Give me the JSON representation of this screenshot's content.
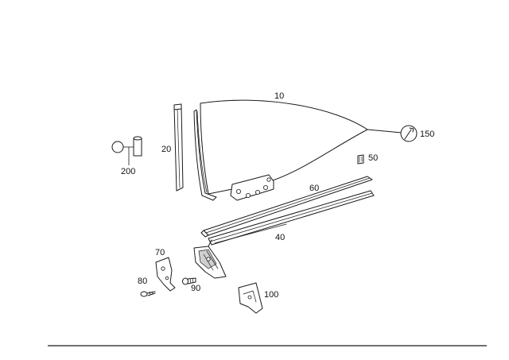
{
  "labels": {
    "part_10": "10",
    "part_20": "20",
    "part_40": "40",
    "part_50": "50",
    "part_60": "60",
    "part_70": "70",
    "part_80": "80",
    "part_90": "90",
    "part_100": "100",
    "part_150": "150",
    "part_200": "200"
  },
  "icons": {
    "part_150": "wrench-icon",
    "part_200": "lubricant-tube-icon"
  },
  "colors": {
    "line": "#1a1a1a",
    "background": "#ffffff"
  }
}
